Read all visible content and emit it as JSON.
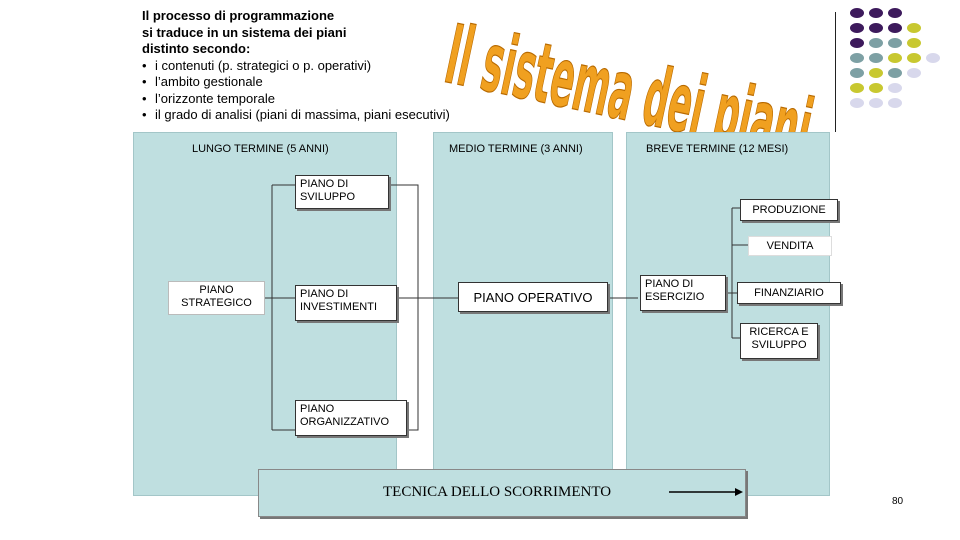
{
  "intro": {
    "heading_lines": [
      "Il processo di programmazione",
      "si traduce in un sistema dei piani",
      "distinto secondo:"
    ],
    "bullets": [
      "i contenuti (p. strategici o p. operativi)",
      "l’ambito gestionale",
      "l’orizzonte temporale",
      "il grado di analisi (piani di massima, piani esecutivi)"
    ]
  },
  "title": "Il sistema dei piani",
  "colors": {
    "panel": "#bfdfe0",
    "title_fill": "#f0a020",
    "dot_purple": "#3d1a5c",
    "dot_teal": "#7da0a4",
    "dot_olive": "#c8c830",
    "dot_lavender": "#d8d8ec"
  },
  "columns": {
    "long": "LUNGO TERMINE (5 ANNI)",
    "medium": "MEDIO TERMINE (3 ANNI)",
    "short": "BREVE TERMINE (12 MESI)"
  },
  "boxes": {
    "strategico": "PIANO STRATEGICO",
    "sviluppo": "PIANO DI SVILUPPO",
    "investimenti": "PIANO DI INVESTIMENTI",
    "organizzativo": "PIANO ORGANIZZATIVO",
    "operativo": "PIANO OPERATIVO",
    "esercizio": "PIANO DI ESERCIZIO",
    "produzione": "PRODUZIONE",
    "vendita": "VENDITA",
    "finanziario": "FINANZIARIO",
    "ricerca": "RICERCA E SVILUPPO"
  },
  "footer": "TECNICA DELLO SCORRIMENTO",
  "page_number": "80"
}
